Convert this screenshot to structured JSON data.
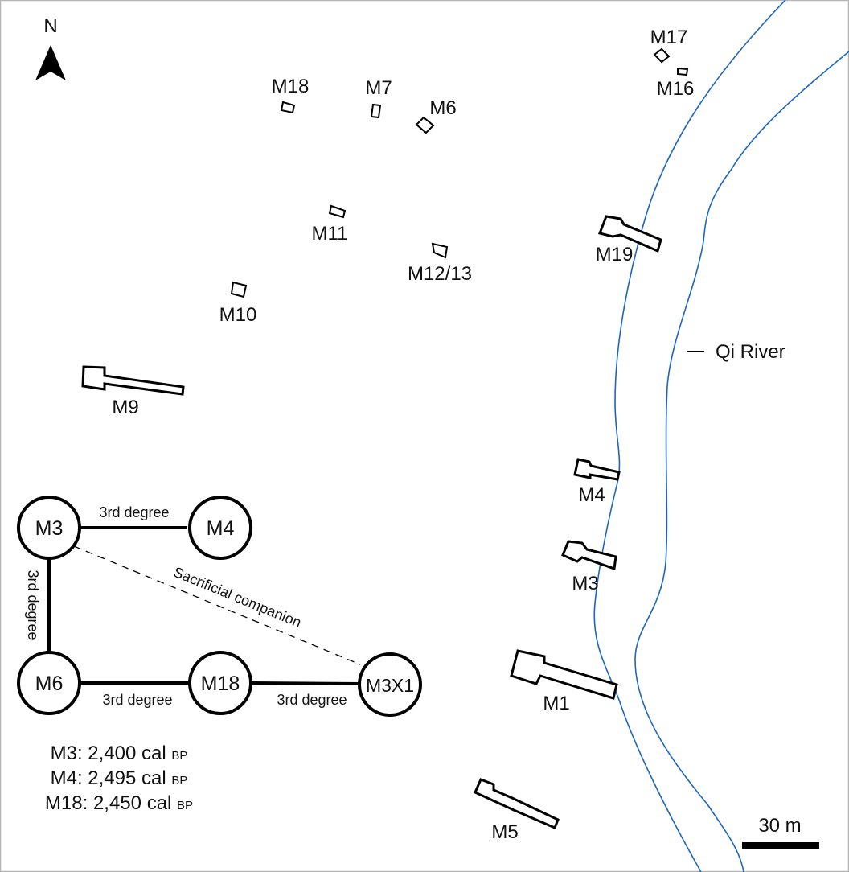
{
  "map": {
    "north_label": "N",
    "river_label": "Qi River",
    "river_color": "#1d66c0",
    "scale_bar_label": "30 m",
    "tombs": [
      {
        "id": "M1",
        "label": "M1",
        "shape": "shaft"
      },
      {
        "id": "M3",
        "label": "M3",
        "shape": "shaft"
      },
      {
        "id": "M4",
        "label": "M4",
        "shape": "shaft"
      },
      {
        "id": "M5",
        "label": "M5",
        "shape": "shaft"
      },
      {
        "id": "M6",
        "label": "M6",
        "shape": "pit"
      },
      {
        "id": "M7",
        "label": "M7",
        "shape": "pit"
      },
      {
        "id": "M9",
        "label": "M9",
        "shape": "shaft"
      },
      {
        "id": "M10",
        "label": "M10",
        "shape": "pit"
      },
      {
        "id": "M11",
        "label": "M11",
        "shape": "pit"
      },
      {
        "id": "M12/13",
        "label": "M12/13",
        "shape": "pit"
      },
      {
        "id": "M16",
        "label": "M16",
        "shape": "pit"
      },
      {
        "id": "M17",
        "label": "M17",
        "shape": "pit"
      },
      {
        "id": "M18",
        "label": "M18",
        "shape": "pit"
      },
      {
        "id": "M19",
        "label": "M19",
        "shape": "shaft"
      }
    ]
  },
  "kinship": {
    "nodes": [
      {
        "id": "M3",
        "label": "M3"
      },
      {
        "id": "M4",
        "label": "M4"
      },
      {
        "id": "M6",
        "label": "M6"
      },
      {
        "id": "M18",
        "label": "M18"
      },
      {
        "id": "M3X1",
        "label": "M3X1"
      }
    ],
    "edges": [
      {
        "from": "M3",
        "to": "M4",
        "label": "3rd degree",
        "style": "solid"
      },
      {
        "from": "M3",
        "to": "M6",
        "label": "3rd degree",
        "style": "solid"
      },
      {
        "from": "M6",
        "to": "M18",
        "label": "3rd degree",
        "style": "solid"
      },
      {
        "from": "M18",
        "to": "M3X1",
        "label": "3rd degree",
        "style": "solid"
      },
      {
        "from": "M3",
        "to": "M3X1",
        "label": "Sacrificial companion",
        "style": "dashed"
      }
    ]
  },
  "dates": [
    {
      "tomb": "M3",
      "value": "2,400",
      "unit": "cal",
      "suffix": "BP"
    },
    {
      "tomb": "M4",
      "value": "2,495",
      "unit": "cal",
      "suffix": "BP"
    },
    {
      "tomb": "M18",
      "value": "2,450",
      "unit": "cal",
      "suffix": "BP"
    }
  ]
}
